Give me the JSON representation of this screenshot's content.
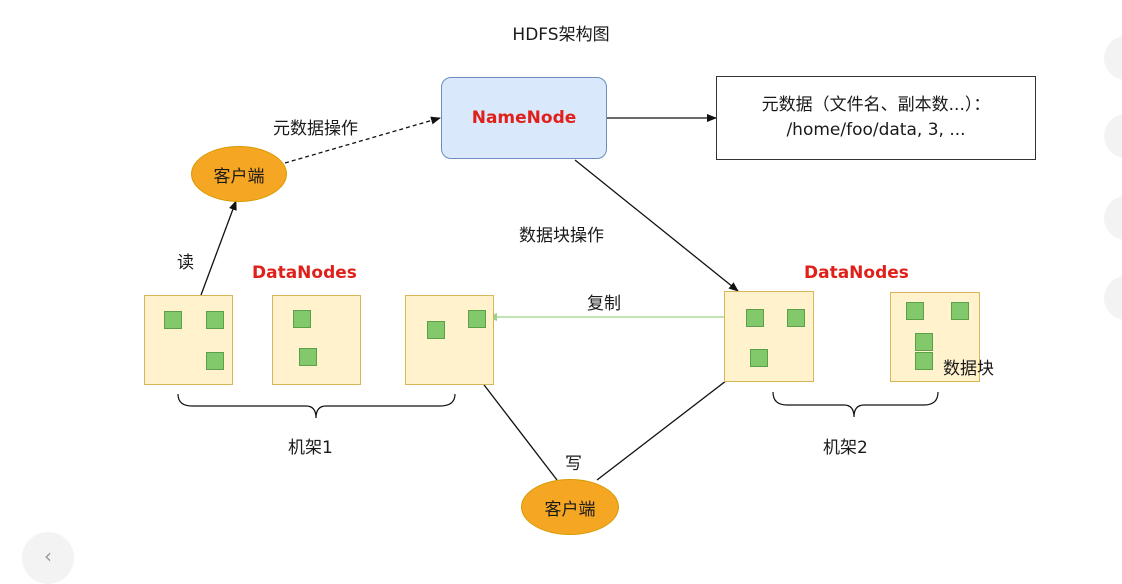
{
  "diagram": {
    "title": "HDFS架构图",
    "namenode_label": "NameNode",
    "metadata": {
      "line1": "元数据（文件名、副本数...）：",
      "line2": "/home/foo/data, 3, ..."
    },
    "clients": {
      "read_client": "客户端",
      "write_client": "客户端"
    },
    "edge_labels": {
      "metadata_ops": "元数据操作",
      "block_ops": "数据块操作",
      "read": "读",
      "write": "写",
      "replication": "复制",
      "block": "数据块"
    },
    "racks": [
      {
        "datanodes_label": "DataNodes",
        "rack_label": "机架1"
      },
      {
        "datanodes_label": "DataNodes",
        "rack_label": "机架2"
      }
    ]
  },
  "colors": {
    "namenode_fill": "#dae8fc",
    "client_fill": "#f5a623",
    "datanode_fill": "#fff2cc",
    "block_fill": "#82c96b",
    "label_red": "#e0201a",
    "replication_line": "#9ed28a"
  }
}
